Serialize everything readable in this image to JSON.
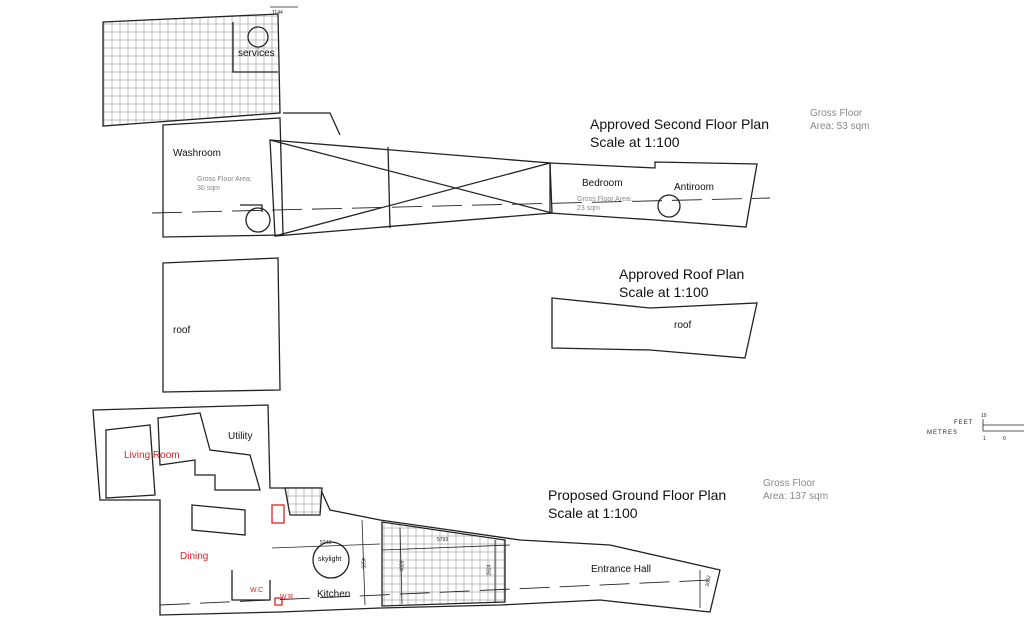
{
  "second_floor": {
    "title": "Approved Second Floor Plan",
    "scale": "Scale at 1:100",
    "gross_label": "Gross Floor",
    "gross_area": "Area: 53 sqm",
    "rooms": {
      "services": "services",
      "washroom": "Washroom",
      "bedroom": "Bedroom",
      "antiroom": "Antiroom"
    },
    "washroom_area_label": "Gross Floor Area:",
    "washroom_area": "30 sqm",
    "bedroom_area_label": "Gross Floor Area:",
    "bedroom_area": "23 sqm",
    "top_dimension": "1144"
  },
  "roof": {
    "title": "Approved Roof Plan",
    "scale": "Scale at 1:100",
    "roof_left": "roof",
    "roof_right": "roof"
  },
  "ground_floor": {
    "title": "Proposed Ground Floor Plan",
    "scale": "Scale at 1:100",
    "gross_label": "Gross Floor",
    "gross_area": "Area: 137 sqm",
    "rooms": {
      "living": "Living Room",
      "utility": "Utility",
      "dining": "Dining",
      "skylight": "skylight",
      "kitchen": "Kitchen",
      "wc": "W.C",
      "wr": "W.R",
      "entrance": "Entrance Hall"
    },
    "dimensions": {
      "d1": "5243",
      "d2": "5793",
      "d3": "4505",
      "d4": "4828",
      "d5": "2624",
      "d6": "2052"
    }
  },
  "scale_bar": {
    "feet": "FEET",
    "metres": "METRES",
    "feet_tick": "10",
    "metres_tick_start": "1",
    "metres_tick_mid": "0"
  },
  "colors": {
    "line": "#222222",
    "annotation_red": "#dd2222",
    "gray_text": "#888888"
  }
}
